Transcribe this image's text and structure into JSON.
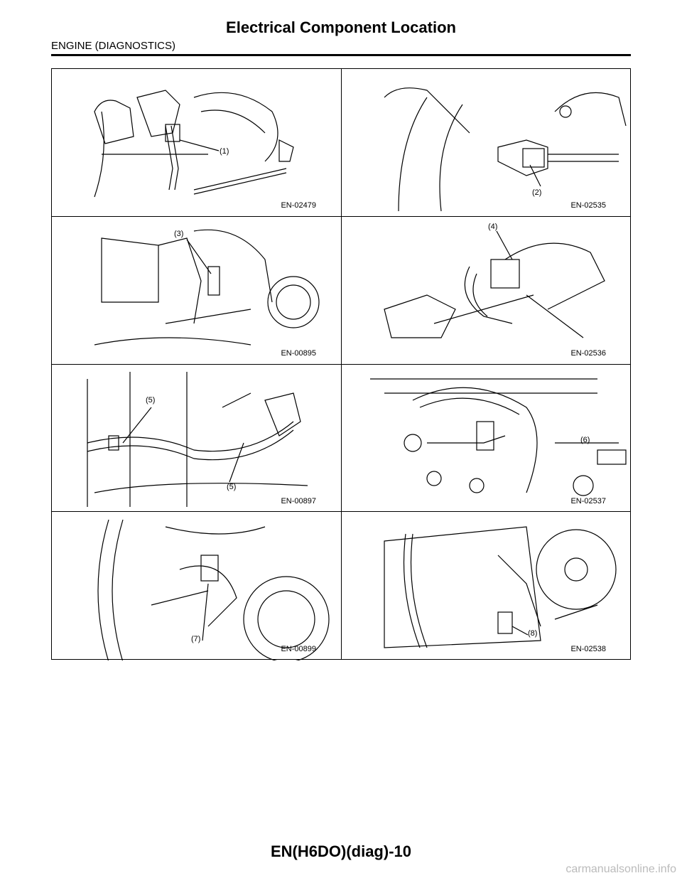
{
  "header": {
    "title": "Electrical Component Location",
    "section": "ENGINE (DIAGNOSTICS)"
  },
  "figures": [
    {
      "id": "EN-02479",
      "callouts": [
        "(1)"
      ]
    },
    {
      "id": "EN-02535",
      "callouts": [
        "(2)"
      ]
    },
    {
      "id": "EN-00895",
      "callouts": [
        "(3)"
      ]
    },
    {
      "id": "EN-02536",
      "callouts": [
        "(4)"
      ]
    },
    {
      "id": "EN-00897",
      "callouts": [
        "(5)",
        "(5)"
      ]
    },
    {
      "id": "EN-02537",
      "callouts": [
        "(6)"
      ]
    },
    {
      "id": "EN-00899",
      "callouts": [
        "(7)"
      ]
    },
    {
      "id": "EN-02538",
      "callouts": [
        "(8)"
      ]
    }
  ],
  "footer": {
    "page_id": "EN(H6DO)(diag)-10",
    "watermark": "carmanualsonline.info"
  }
}
